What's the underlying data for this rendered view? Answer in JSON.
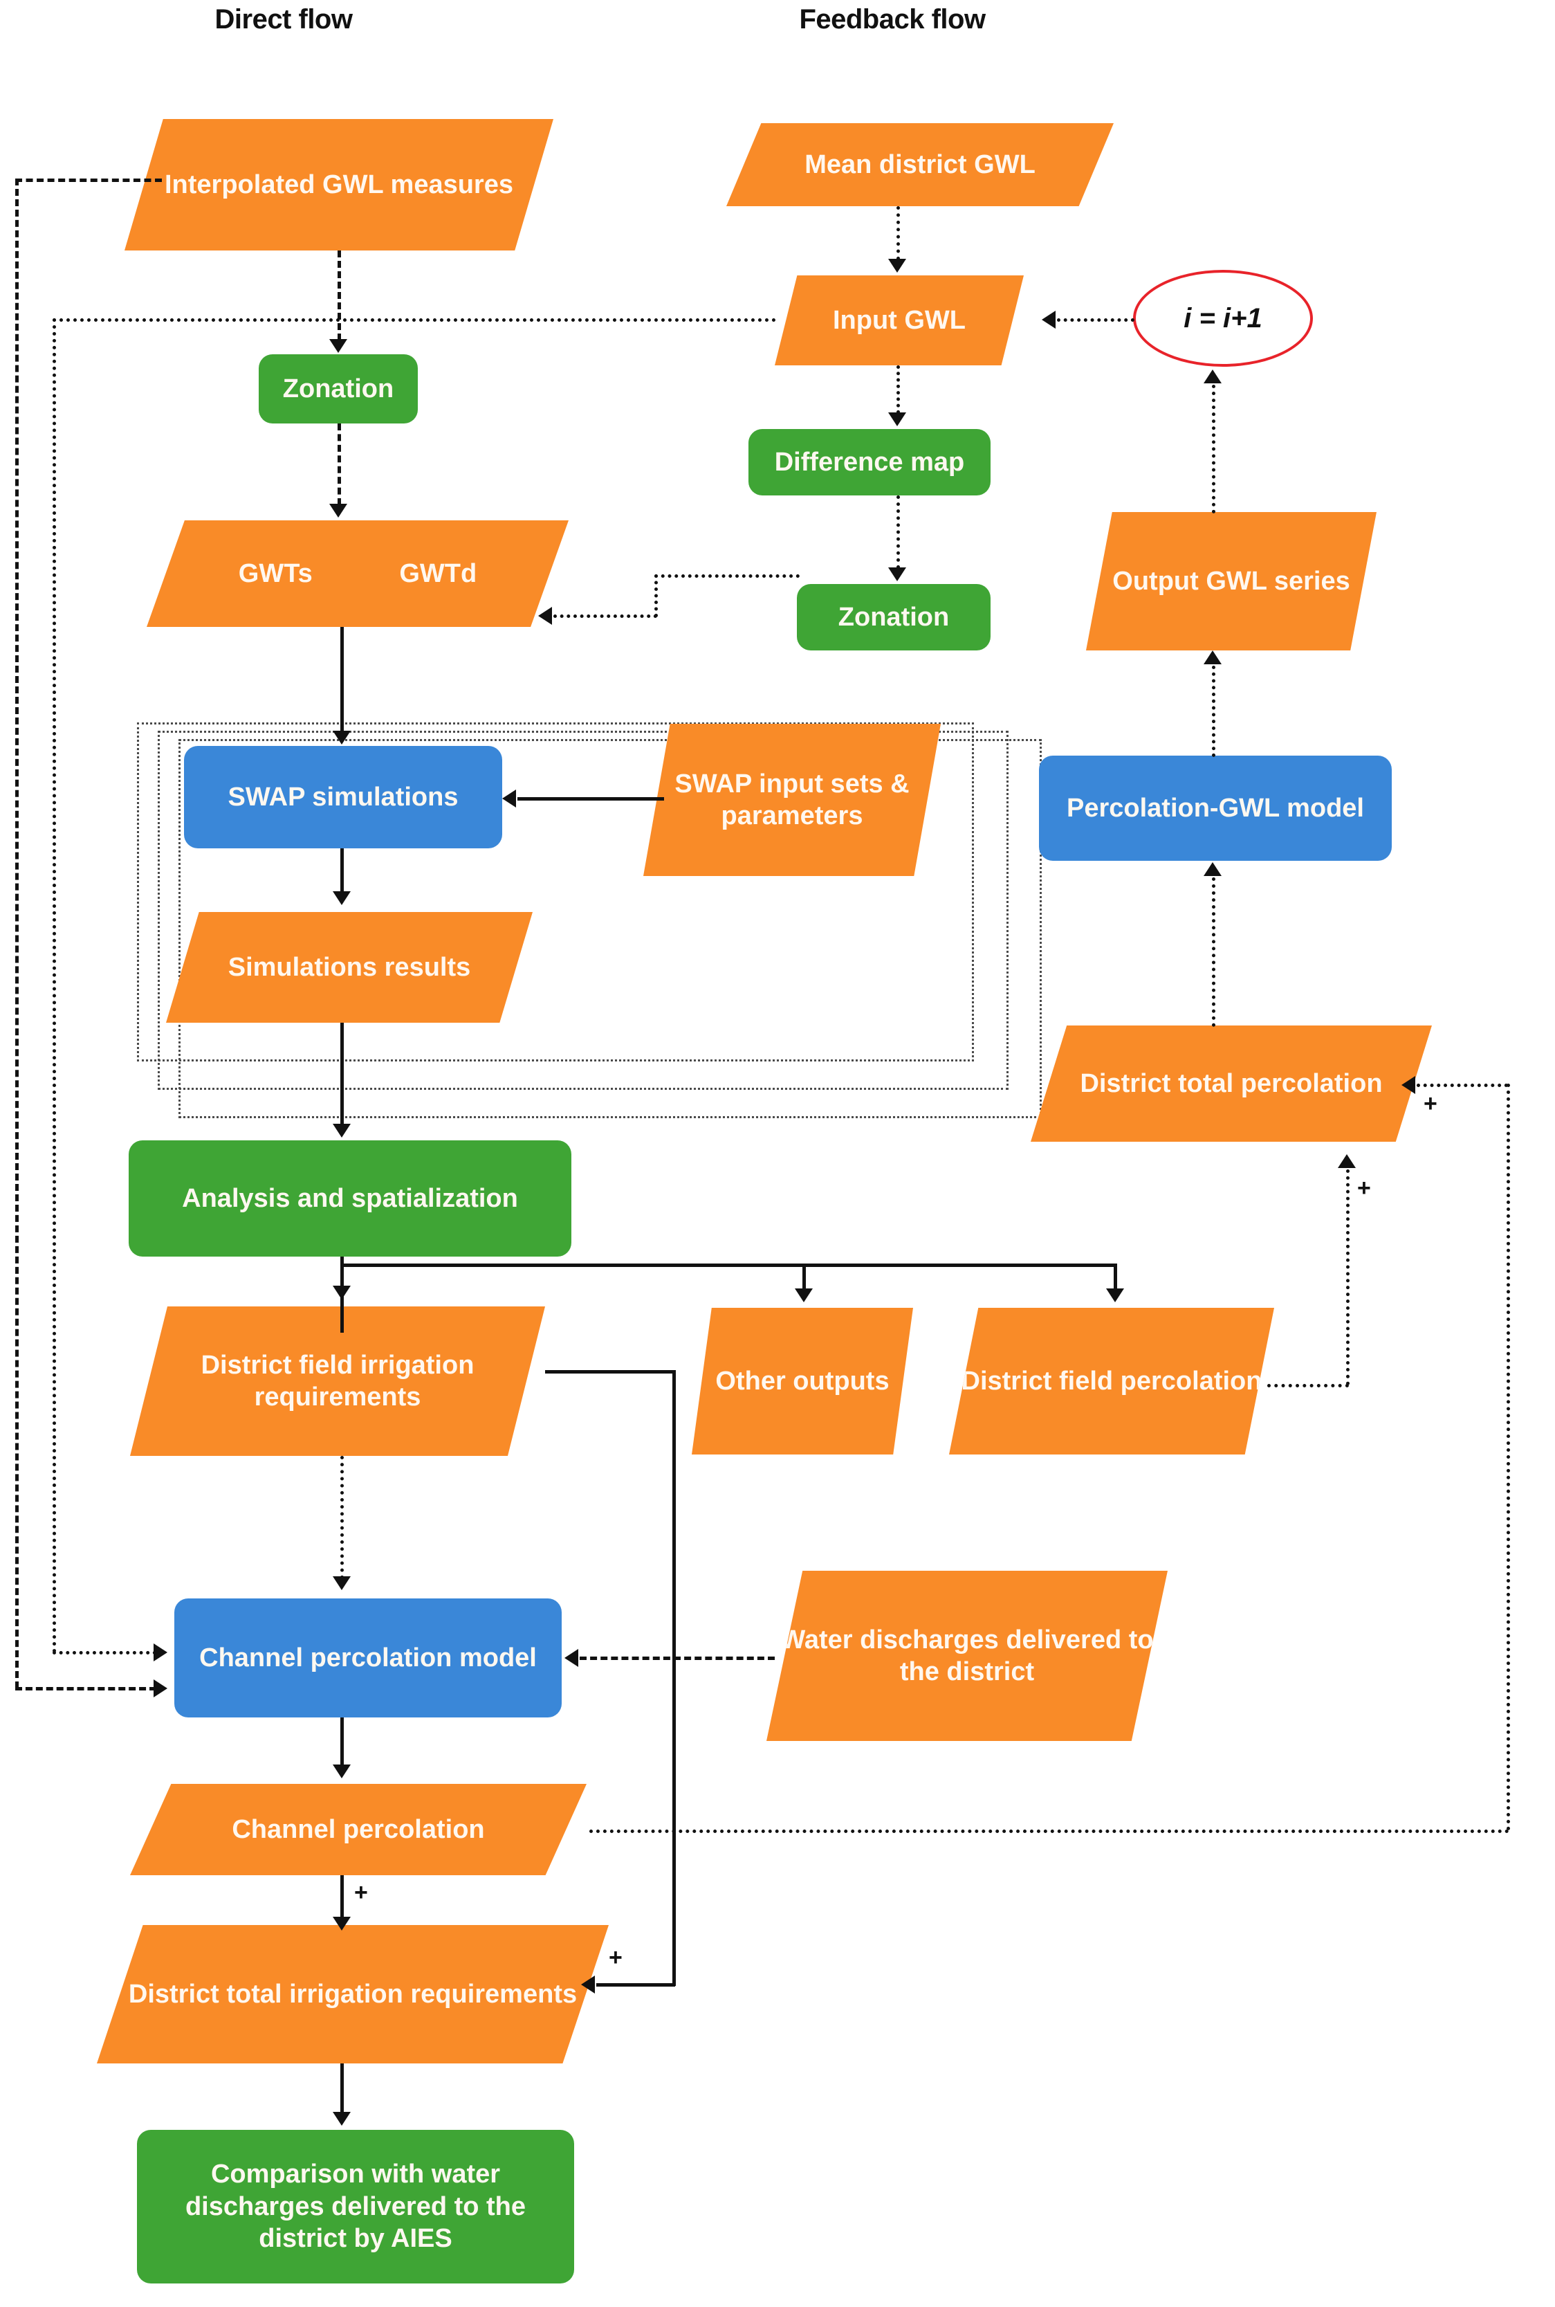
{
  "diagram": {
    "title_direct": "Direct flow",
    "title_feedback": "Feedback flow",
    "colors": {
      "data_orange": "#F98B28",
      "process_blue": "#3A87D8",
      "process_green": "#3FA535",
      "iterator_red": "#E8232A",
      "line_black": "#111111",
      "background": "#FFFFFF"
    },
    "nodes": {
      "interpolated_gwl": "Interpolated GWL measures",
      "mean_district_gwl": "Mean district GWL",
      "input_gwl": "Input GWL",
      "iterator": "i = i+1",
      "zonation_left": "Zonation",
      "difference_map": "Difference map",
      "zonation_right": "Zonation",
      "gwt_s": "GWTs",
      "gwt_d": "GWTd",
      "output_gwl_series": "Output GWL series",
      "swap_simulations": "SWAP simulations",
      "swap_inputs": "SWAP input sets & parameters",
      "percolation_gwl_model": "Percolation-GWL model",
      "simulations_results": "Simulations results",
      "district_total_percolation": "District total percolation",
      "analysis_spatialization": "Analysis and spatialization",
      "district_field_irrigation_requirements": "District field irrigation requirements",
      "other_outputs": "Other outputs",
      "district_field_percolation": "District field percolation",
      "channel_percolation_model": "Channel percolation model",
      "water_discharges": "Water discharges delivered to the district",
      "channel_percolation": "Channel percolation",
      "district_total_irrigation_requirements": "District total irrigation requirements",
      "comparison": "Comparison with water discharges delivered to the district by AIES"
    },
    "operators": {
      "plus_1": "+",
      "plus_2": "+",
      "plus_3": "+",
      "plus_4": "+"
    }
  }
}
